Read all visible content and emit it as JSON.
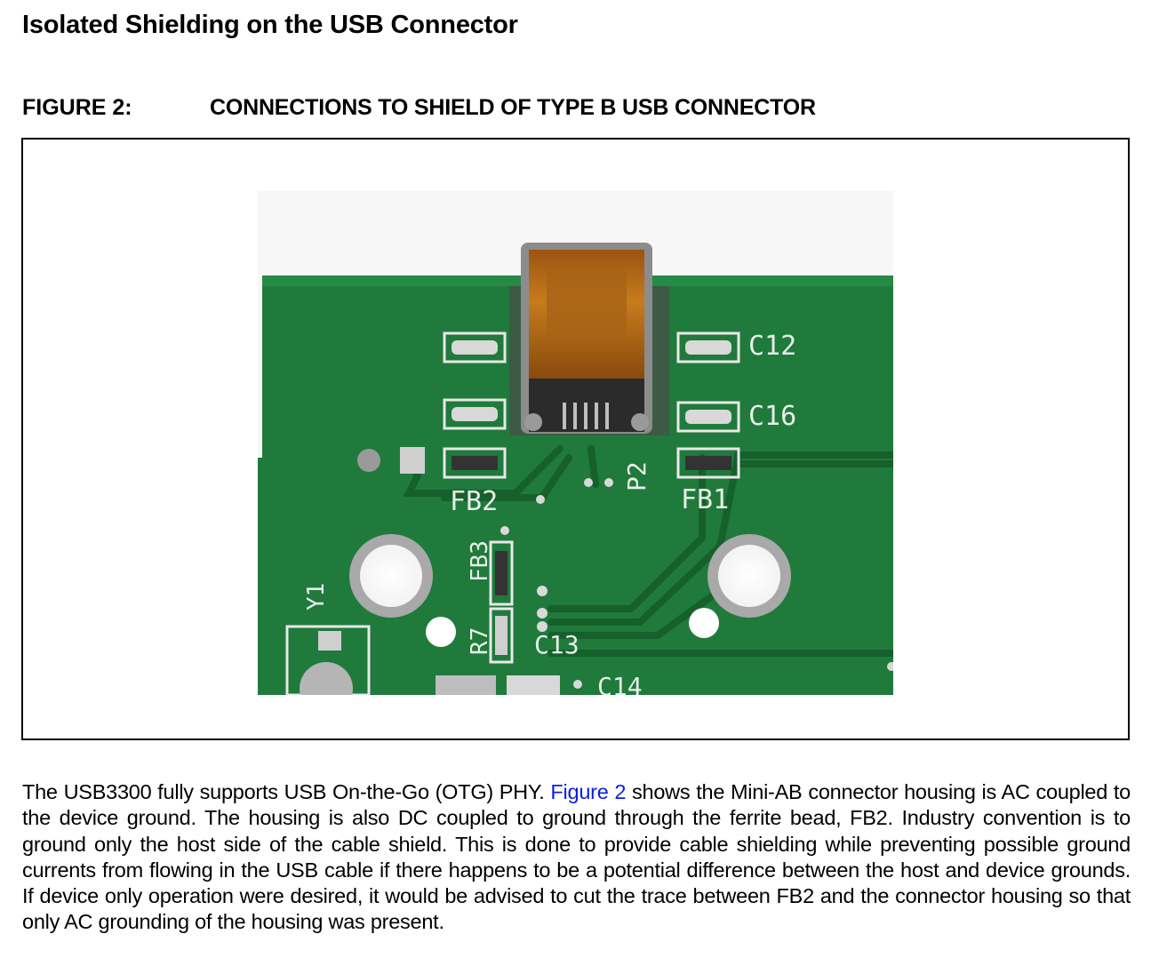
{
  "section": {
    "heading": "Isolated Shielding on the USB Connector"
  },
  "figure": {
    "label": "FIGURE 2:",
    "caption": "CONNECTIONS TO SHIELD OF TYPE B USB CONNECTOR",
    "board_labels": {
      "c12": "C12",
      "c16": "C16",
      "fb1": "FB1",
      "fb2": "FB2",
      "p2": "P2",
      "fb3": "FB3",
      "r7": "R7",
      "c13": "C13",
      "c14": "C14",
      "y1": "Y1"
    }
  },
  "paragraph": {
    "part1": "The USB3300 fully supports USB On-the-Go (OTG) PHY. ",
    "link_text": "Figure 2",
    "part2": " shows the Mini-AB connector housing is AC coupled to the device ground. The housing is also DC coupled to ground through the ferrite bead, FB2. Industry convention is to ground only the host side of the cable shield. This is done to provide cable shielding while preventing possible ground currents from flowing in the USB cable if there happens to be a potential difference between the host and device grounds. If device only operation were desired, it would be advised to cut the trace between FB2 and the connector housing so that only AC grounding of the housing was present."
  },
  "colors": {
    "link": "#0a1ee6",
    "pcb_green": "#1f7a3c",
    "connector_copper": "#b86a14"
  }
}
